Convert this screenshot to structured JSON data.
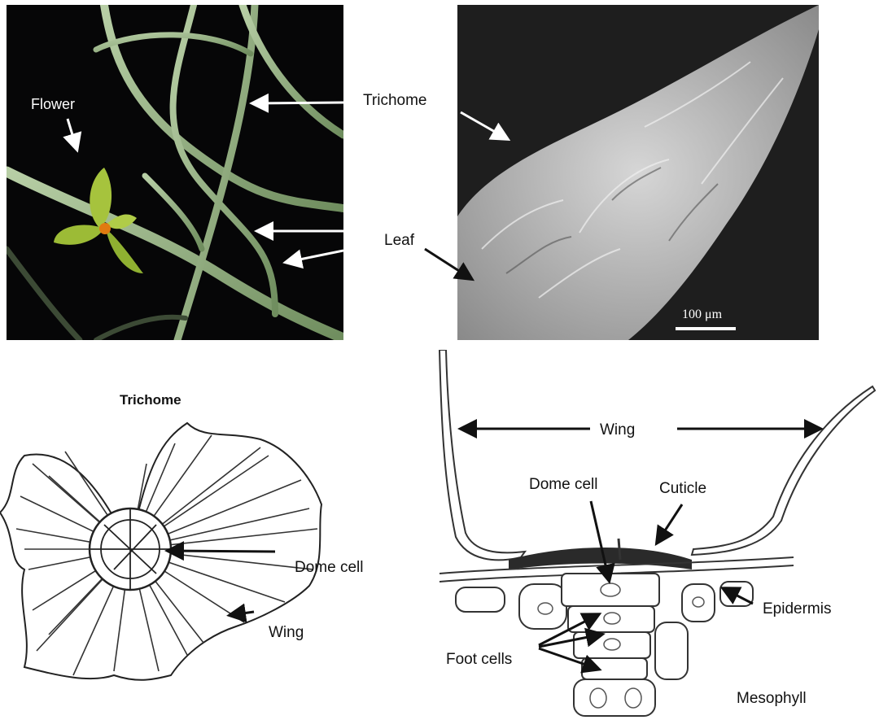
{
  "photo": {
    "flower_label": "Flower"
  },
  "sem": {
    "scale_bar": "100 μm"
  },
  "labels": {
    "trichome_top": "Trichome",
    "leaf": "Leaf",
    "trichome_drawing_title": "Trichome",
    "dome_cell_left": "Dome cell",
    "wing_left": "Wing",
    "wing_right": "Wing",
    "dome_cell_right": "Dome cell",
    "cuticle": "Cuticle",
    "epidermis": "Epidermis",
    "foot_cells": "Foot cells",
    "mesophyll": "Mesophyll"
  },
  "colors": {
    "photo_bg": "#060607",
    "stem_green": "#8fae7e",
    "flower_green": "#9fbf3a",
    "flower_center": "#e07a10",
    "sem_bg": "#1e1e1e",
    "sem_leaf": "#b9b9b9",
    "cuticle": "#2a2a2a"
  }
}
